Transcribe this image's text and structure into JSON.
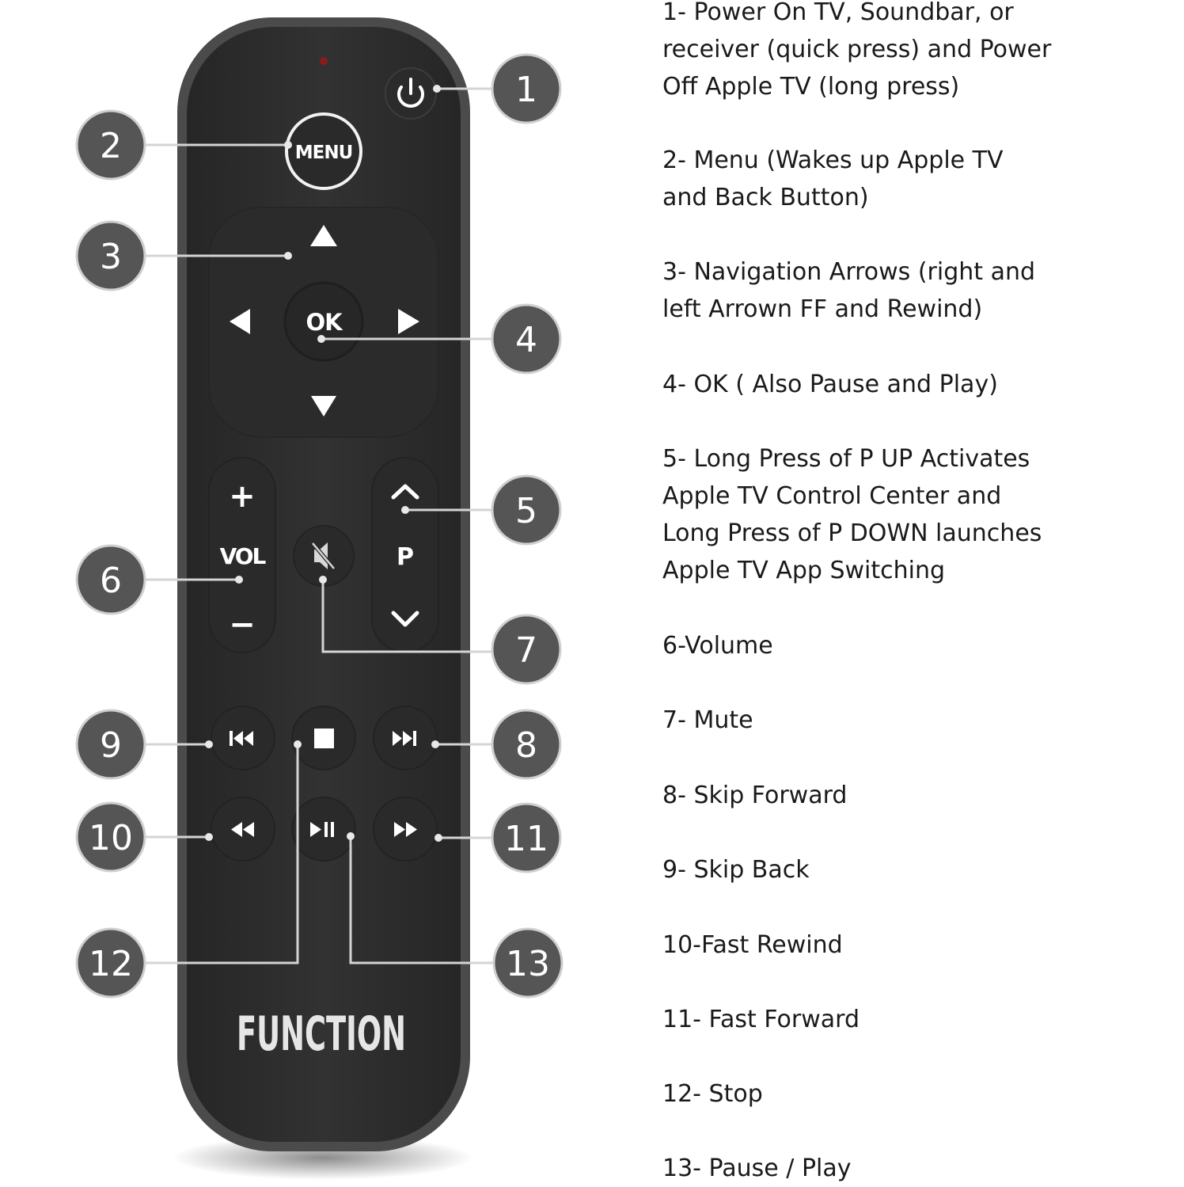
{
  "remote": {
    "brand": "FUNCTION",
    "buttons": {
      "menu": "MENU",
      "ok": "OK",
      "vol": "VOL",
      "vol_up": "+",
      "vol_down": "−",
      "program": "P"
    },
    "icons": [
      "power-icon",
      "arrow-up-icon",
      "arrow-down-icon",
      "arrow-left-icon",
      "arrow-right-icon",
      "mute-icon",
      "chevron-up-icon",
      "chevron-down-icon",
      "skip-back-icon",
      "stop-icon",
      "skip-forward-icon",
      "rewind-icon",
      "play-pause-icon",
      "fast-forward-icon"
    ],
    "colors": {
      "body": "#303030",
      "rim": "#4a4a4a",
      "button": "#2a2a2a",
      "callout": "#555555",
      "led": "#8a1c1c"
    }
  },
  "callouts": [
    "1",
    "2",
    "3",
    "4",
    "5",
    "6",
    "7",
    "8",
    "9",
    "10",
    "11",
    "12",
    "13"
  ],
  "descriptions": [
    "1- Power On TV, Soundbar, or\nreceiver (quick press) and Power\nOff Apple TV (long press)",
    "2- Menu (Wakes up Apple TV\nand  Back Button)",
    "3- Navigation Arrows (right and\nleft Arrown FF and Rewind)",
    "4- OK ( Also Pause and Play)",
    "5- Long Press of P UP Activates\nApple TV Control Center and\nLong Press of P DOWN launches\nApple TV App Switching",
    "6-Volume",
    "7- Mute",
    "8- Skip Forward",
    "9- Skip Back",
    "10-Fast Rewind",
    "11- Fast Forward",
    "12- Stop",
    "13- Pause / Play"
  ]
}
